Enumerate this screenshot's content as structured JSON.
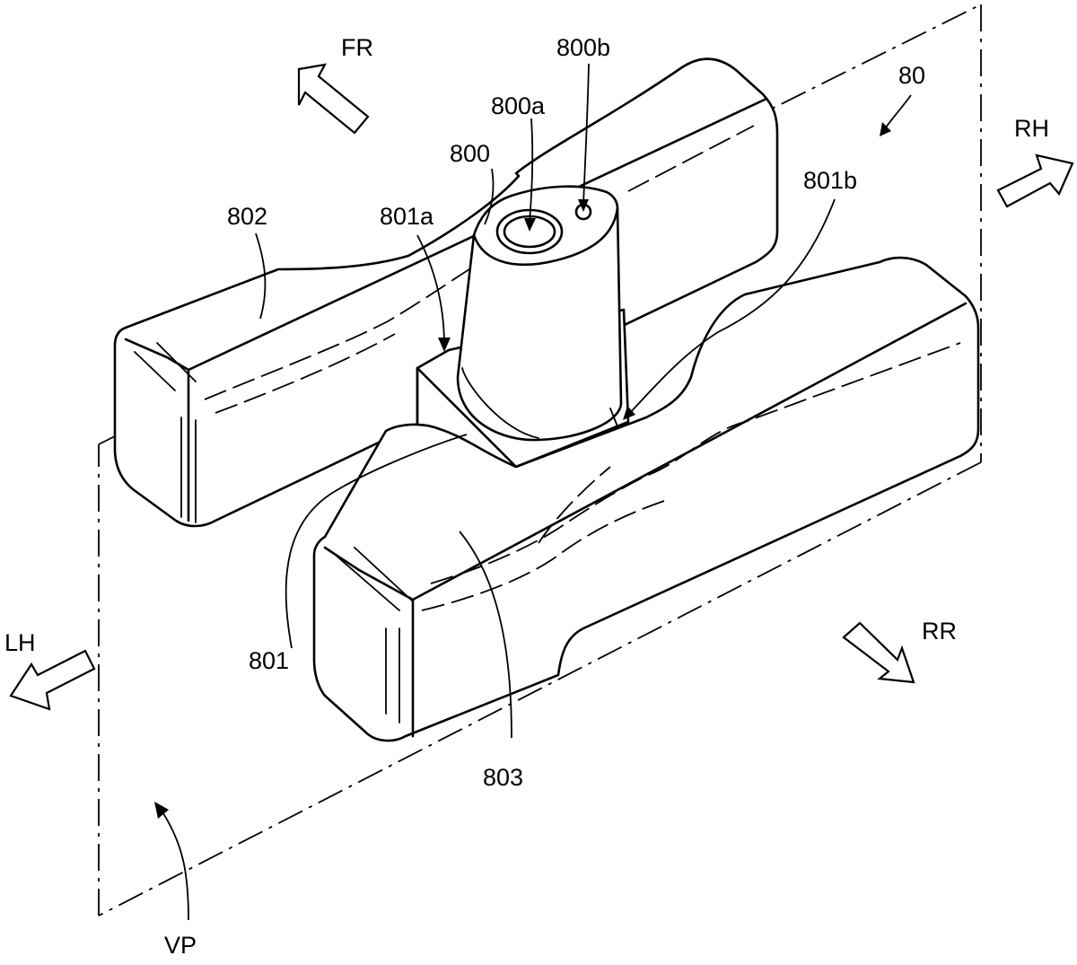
{
  "labels": {
    "assembly": "80",
    "column": "800",
    "hole_main": "800a",
    "hole_small": "800b",
    "rib": "801",
    "rib_end_a": "801a",
    "rib_end_b": "801b",
    "rear_block": "802",
    "front_block": "803",
    "plane": "VP"
  },
  "directions": {
    "front": "FR",
    "rear": "RR",
    "left": "LH",
    "right": "RH"
  }
}
